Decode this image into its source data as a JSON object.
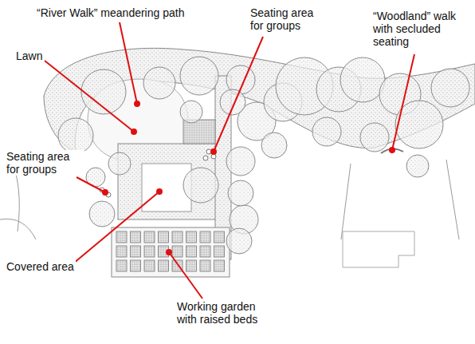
{
  "diagram": {
    "labels": [
      "“River Walk” meandering path",
      "Seating area for groups",
      "“Woodland” walk with secluded seating",
      "Lawn",
      "Seating area for groups",
      "Covered area",
      "Working garden with raised beds"
    ]
  }
}
